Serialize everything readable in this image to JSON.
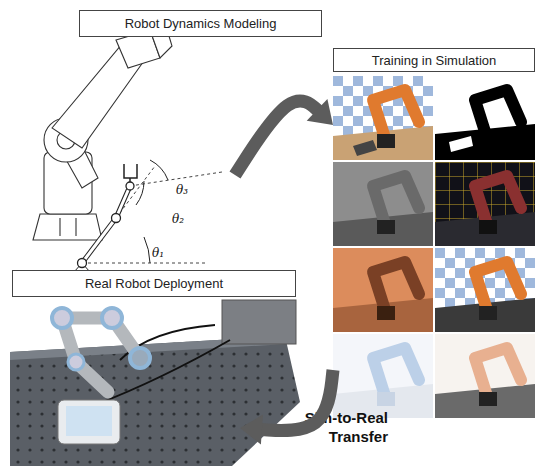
{
  "diagram": {
    "nodes": [
      {
        "text": [
          "Robot Dynamics Modeling"
        ]
      },
      {
        "text": [
          "Training in Simulation"
        ]
      },
      {
        "text": [
          "Real Robot Deployment"
        ]
      }
    ],
    "edges": [
      {
        "from": 0,
        "to": 1,
        "arrow": "to"
      },
      {
        "from": 1,
        "to": 2,
        "label": "Sim-to-Real Transfer",
        "arrow": "to"
      }
    ],
    "labels": [
      "θ₁",
      "θ₂",
      "θ₃"
    ]
  }
}
